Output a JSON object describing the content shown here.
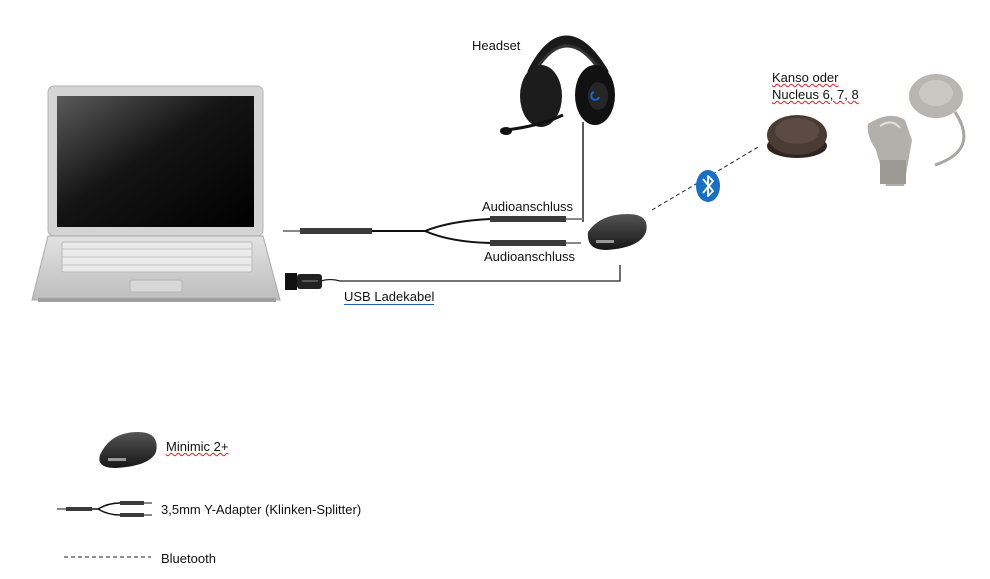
{
  "labels": {
    "headset": "Headset",
    "audio_top": "Audioanschluss",
    "audio_bottom": "Audioanschluss",
    "usb": "USB Ladekabel",
    "kanso_line1": "Kanso oder",
    "kanso_line2": "Nucleus 6, 7, 8"
  },
  "legend": {
    "minimic": "Minimic 2+",
    "yadapter": "3,5mm Y-Adapter (Klinken-Splitter)",
    "bluetooth": "Bluetooth"
  },
  "colors": {
    "bluetooth": "#1a6fc2",
    "device": "#2c2c2c",
    "laptop": "#cfcfcf",
    "kanso": "#4a3b35",
    "processor": "#b8b4ae"
  },
  "icons": [
    "laptop-icon",
    "headset-icon",
    "minimic-icon",
    "bluetooth-icon",
    "kanso-icon",
    "nucleus-processor-icon",
    "usb-plug-icon",
    "y-adapter-icon"
  ]
}
